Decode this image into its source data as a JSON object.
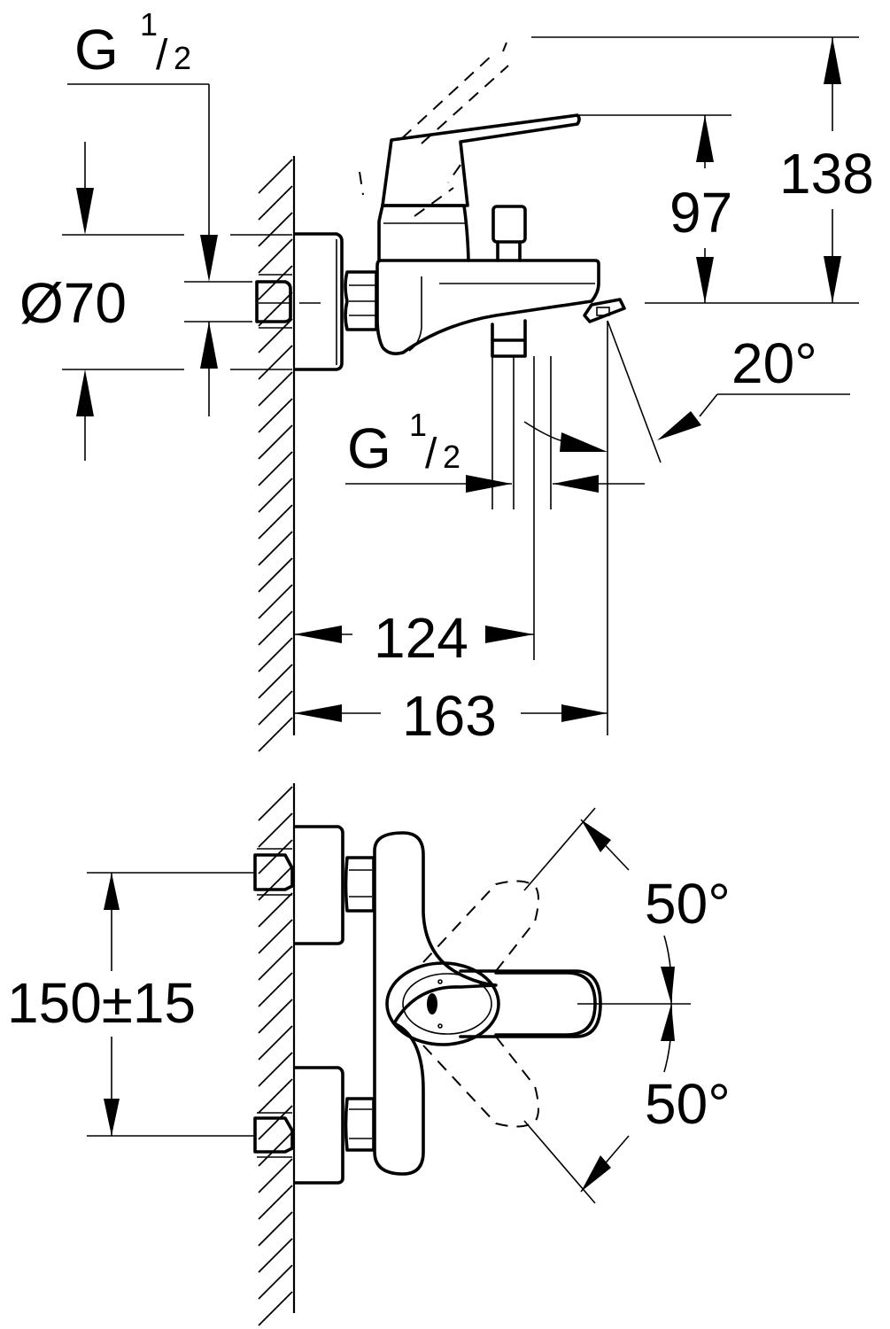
{
  "drawing": {
    "title": "Bath mixer dimensional drawing",
    "views": [
      "side-view",
      "top-view"
    ]
  },
  "side_view": {
    "thread_top": {
      "prefix": "G",
      "num": "1",
      "slash": "/",
      "den": "2"
    },
    "diameter": "Ø70",
    "height_lever": "97",
    "height_total": "138",
    "spout_angle": "20°",
    "thread_bottom": {
      "prefix": "G",
      "num": "1",
      "slash": "/",
      "den": "2"
    },
    "depth_outlet": "124",
    "depth_total": "163"
  },
  "top_view": {
    "center_distance": "150±15",
    "angle_up": "50°",
    "angle_down": "50°"
  }
}
